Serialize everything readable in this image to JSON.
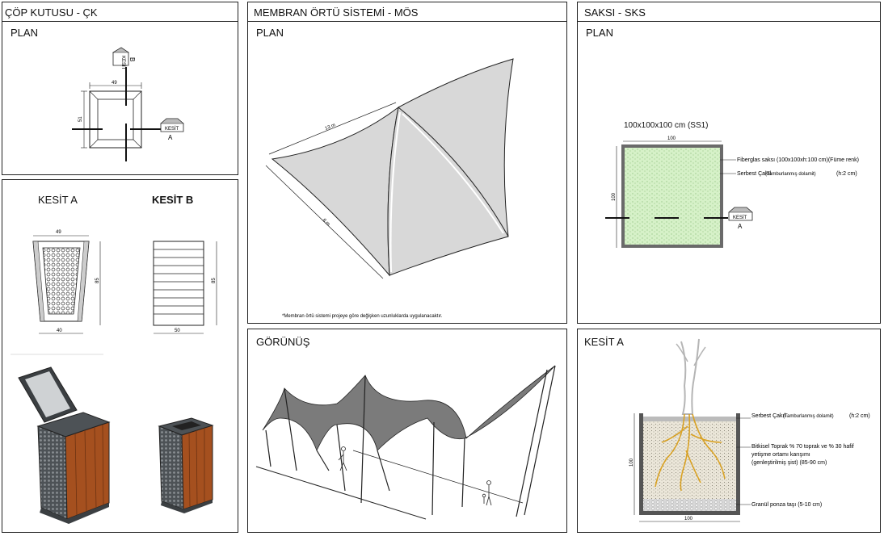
{
  "cop": {
    "title": "ÇÖP KUTUSU - ÇK",
    "plan": "PLAN",
    "dim_w": "49",
    "dim_h": "51",
    "tag_b": "KESİT",
    "letter_b": "B",
    "tag_a": "KESİT",
    "letter_a": "A",
    "kesit_a_title": "KESİT A",
    "kesit_b_title": "KESİT B",
    "ka_top": "49",
    "ka_bottom": "40",
    "ka_height": "85",
    "kb_bottom": "50",
    "kb_height": "85"
  },
  "membran": {
    "title": "MEMBRAN ÖRTÜ SİSTEMİ - MÖS",
    "plan": "PLAN",
    "dim_13": "13 m",
    "dim_8": "8 m",
    "note": "*Membran örtü sistemi projeye göre değişken uzunluklarda uygulanacaktır.",
    "gorunus": "GÖRÜNÜŞ"
  },
  "saksi": {
    "title": "SAKSI - SKS",
    "plan": "PLAN",
    "size_label": "100x100x100 cm (SS1)",
    "dim_top": "100",
    "dim_left": "100",
    "label_fiber": "Fiberglas saksı (100x100xh:100 cm)(Füme renk)",
    "label_cakil": "Serbest Çakıl",
    "label_cakil_note": "(Tamburlanmış dolamit)",
    "label_cakil_h": "(h:2 cm)",
    "tag_a": "KESİT",
    "letter_a": "A",
    "kesit_title": "KESİT A",
    "kesit_cakil": "Serbest Çakıl",
    "kesit_cakil_note": "(Tamburlanmış dolamit)",
    "kesit_cakil_h": "(h:2 cm)",
    "kesit_toprak_1": "Bitkisel Toprak % 70 toprak ve % 30 hafif",
    "kesit_toprak_2": "yetişme ortamı karışımı",
    "kesit_toprak_3": "(genleştirilmiş şist) (85-90 cm)",
    "kesit_ponza": "Granül ponza taşı (5-10 cm)",
    "kesit_dim_h": "100",
    "kesit_dim_w": "100"
  }
}
